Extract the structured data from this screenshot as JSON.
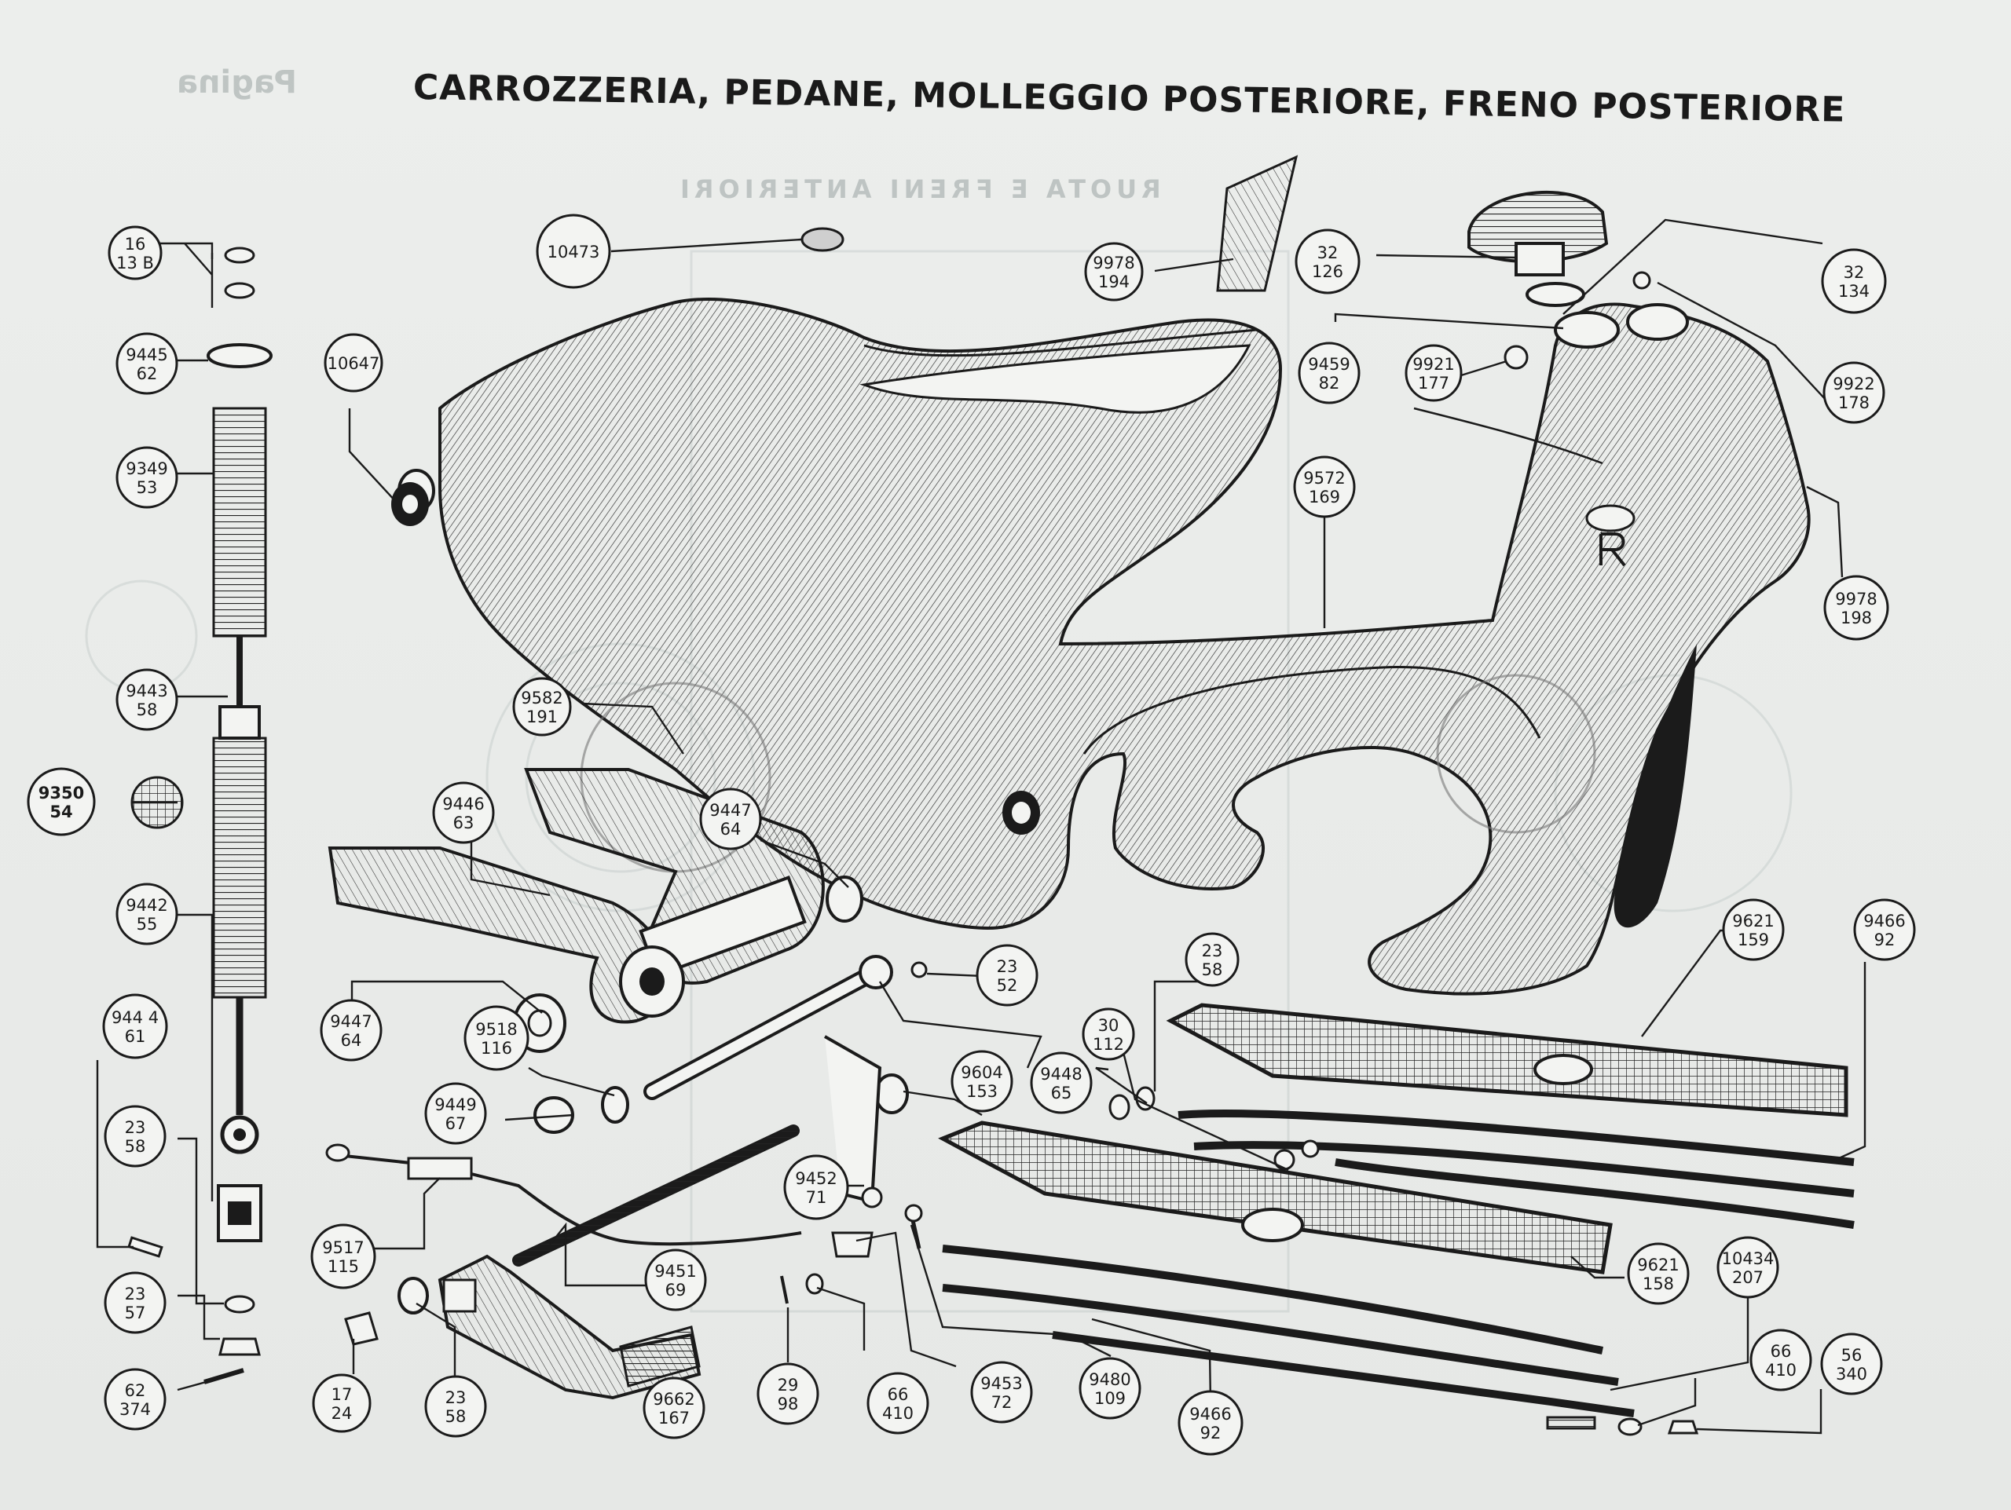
{
  "header": {
    "title": "CARROZZERIA, PEDANE, MOLLEGGIO POSTERIORE, FRENO POSTERIORE"
  },
  "show_through": {
    "text1": "Pagina",
    "text2": "RUOTA E FRENI ANTERIORI"
  },
  "callouts": [
    {
      "id": "c1",
      "l1": "16",
      "l2": "13 B"
    },
    {
      "id": "c2",
      "l1": "9445",
      "l2": "62"
    },
    {
      "id": "c3",
      "l1": "9349",
      "l2": "53"
    },
    {
      "id": "c4",
      "l1": "9443",
      "l2": "58"
    },
    {
      "id": "c5",
      "l1": "9350",
      "l2": "54"
    },
    {
      "id": "c6",
      "l1": "9442",
      "l2": "55"
    },
    {
      "id": "c7",
      "l1": "944 4",
      "l2": "61"
    },
    {
      "id": "c8",
      "l1": "23",
      "l2": "58"
    },
    {
      "id": "c9",
      "l1": "23",
      "l2": "57"
    },
    {
      "id": "c10",
      "l1": "62",
      "l2": "374"
    },
    {
      "id": "c11",
      "l1": "10647",
      "l2": ""
    },
    {
      "id": "c12",
      "l1": "10473",
      "l2": ""
    },
    {
      "id": "c13",
      "l1": "9978",
      "l2": "194"
    },
    {
      "id": "c14",
      "l1": "32",
      "l2": "126"
    },
    {
      "id": "c15",
      "l1": "32",
      "l2": "134"
    },
    {
      "id": "c16",
      "l1": "9459",
      "l2": "82"
    },
    {
      "id": "c17",
      "l1": "9921",
      "l2": "177"
    },
    {
      "id": "c18",
      "l1": "9922",
      "l2": "178"
    },
    {
      "id": "c19",
      "l1": "9572",
      "l2": "169"
    },
    {
      "id": "c20",
      "l1": "9978",
      "l2": "198"
    },
    {
      "id": "c21",
      "l1": "9582",
      "l2": "191"
    },
    {
      "id": "c22",
      "l1": "9446",
      "l2": "63"
    },
    {
      "id": "c23",
      "l1": "9447",
      "l2": "64"
    },
    {
      "id": "c24",
      "l1": "23",
      "l2": "52"
    },
    {
      "id": "c25",
      "l1": "23",
      "l2": "58"
    },
    {
      "id": "c26",
      "l1": "9621",
      "l2": "159"
    },
    {
      "id": "c27",
      "l1": "9466",
      "l2": "92"
    },
    {
      "id": "c28",
      "l1": "9447",
      "l2": "64"
    },
    {
      "id": "c29",
      "l1": "9518",
      "l2": "116"
    },
    {
      "id": "c30",
      "l1": "30",
      "l2": "112"
    },
    {
      "id": "c31",
      "l1": "9604",
      "l2": "153"
    },
    {
      "id": "c32",
      "l1": "9448",
      "l2": "65"
    },
    {
      "id": "c33",
      "l1": "9449",
      "l2": "67"
    },
    {
      "id": "c34",
      "l1": "9452",
      "l2": "71"
    },
    {
      "id": "c35",
      "l1": "9517",
      "l2": "115"
    },
    {
      "id": "c36",
      "l1": "9451",
      "l2": "69"
    },
    {
      "id": "c37",
      "l1": "9621",
      "l2": "158"
    },
    {
      "id": "c38",
      "l1": "10434",
      "l2": "207"
    },
    {
      "id": "c39",
      "l1": "17",
      "l2": "24"
    },
    {
      "id": "c40",
      "l1": "23",
      "l2": "58"
    },
    {
      "id": "c41",
      "l1": "9662",
      "l2": "167"
    },
    {
      "id": "c42",
      "l1": "29",
      "l2": "98"
    },
    {
      "id": "c43",
      "l1": "66",
      "l2": "410"
    },
    {
      "id": "c44",
      "l1": "9453",
      "l2": "72"
    },
    {
      "id": "c45",
      "l1": "9480",
      "l2": "109"
    },
    {
      "id": "c46",
      "l1": "9466",
      "l2": "92"
    },
    {
      "id": "c47",
      "l1": "66",
      "l2": "410"
    },
    {
      "id": "c48",
      "l1": "56",
      "l2": "340"
    }
  ]
}
